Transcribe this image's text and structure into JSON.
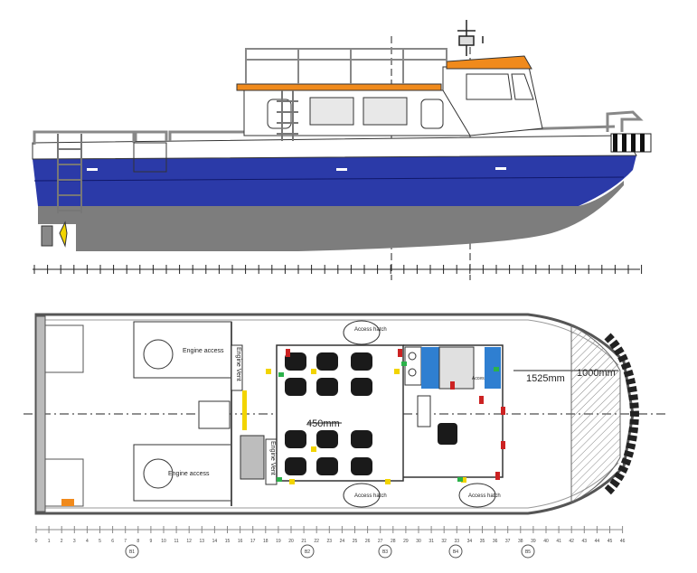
{
  "plan_labels": {
    "engine_access": "Engine access",
    "engine_vent": "Engine Vent",
    "access_hatch_top": "Access hatch",
    "access_hatch_bottom": "Access hatch",
    "seat_spacing": "450mm",
    "dim_1525": "1525mm",
    "dim_1000": "1000mm",
    "access_small": "Access"
  },
  "frame_numbers": [
    "0",
    "1",
    "2",
    "3",
    "4",
    "5",
    "6",
    "7",
    "8",
    "9",
    "10",
    "11",
    "12",
    "13",
    "14",
    "15",
    "16",
    "17",
    "18",
    "19",
    "20",
    "21",
    "22",
    "23",
    "24",
    "25",
    "26",
    "27",
    "28",
    "29",
    "30",
    "31",
    "32",
    "33",
    "34",
    "35",
    "36",
    "37",
    "38",
    "39",
    "40",
    "41",
    "42",
    "43",
    "44",
    "45",
    "46"
  ],
  "bulkhead_markers": [
    "B1",
    "B2",
    "B3",
    "B4",
    "B5"
  ],
  "colors": {
    "hull_blue": "#2b3aa8",
    "bottom_grey": "#7a7a7a",
    "accent_orange": "#f08a1c",
    "seat_black": "#1a1a1a",
    "electronics_blue": "#2f7fd1",
    "marker_red": "#cc2222",
    "marker_yellow": "#f2d400",
    "marker_green": "#2bb24a"
  }
}
